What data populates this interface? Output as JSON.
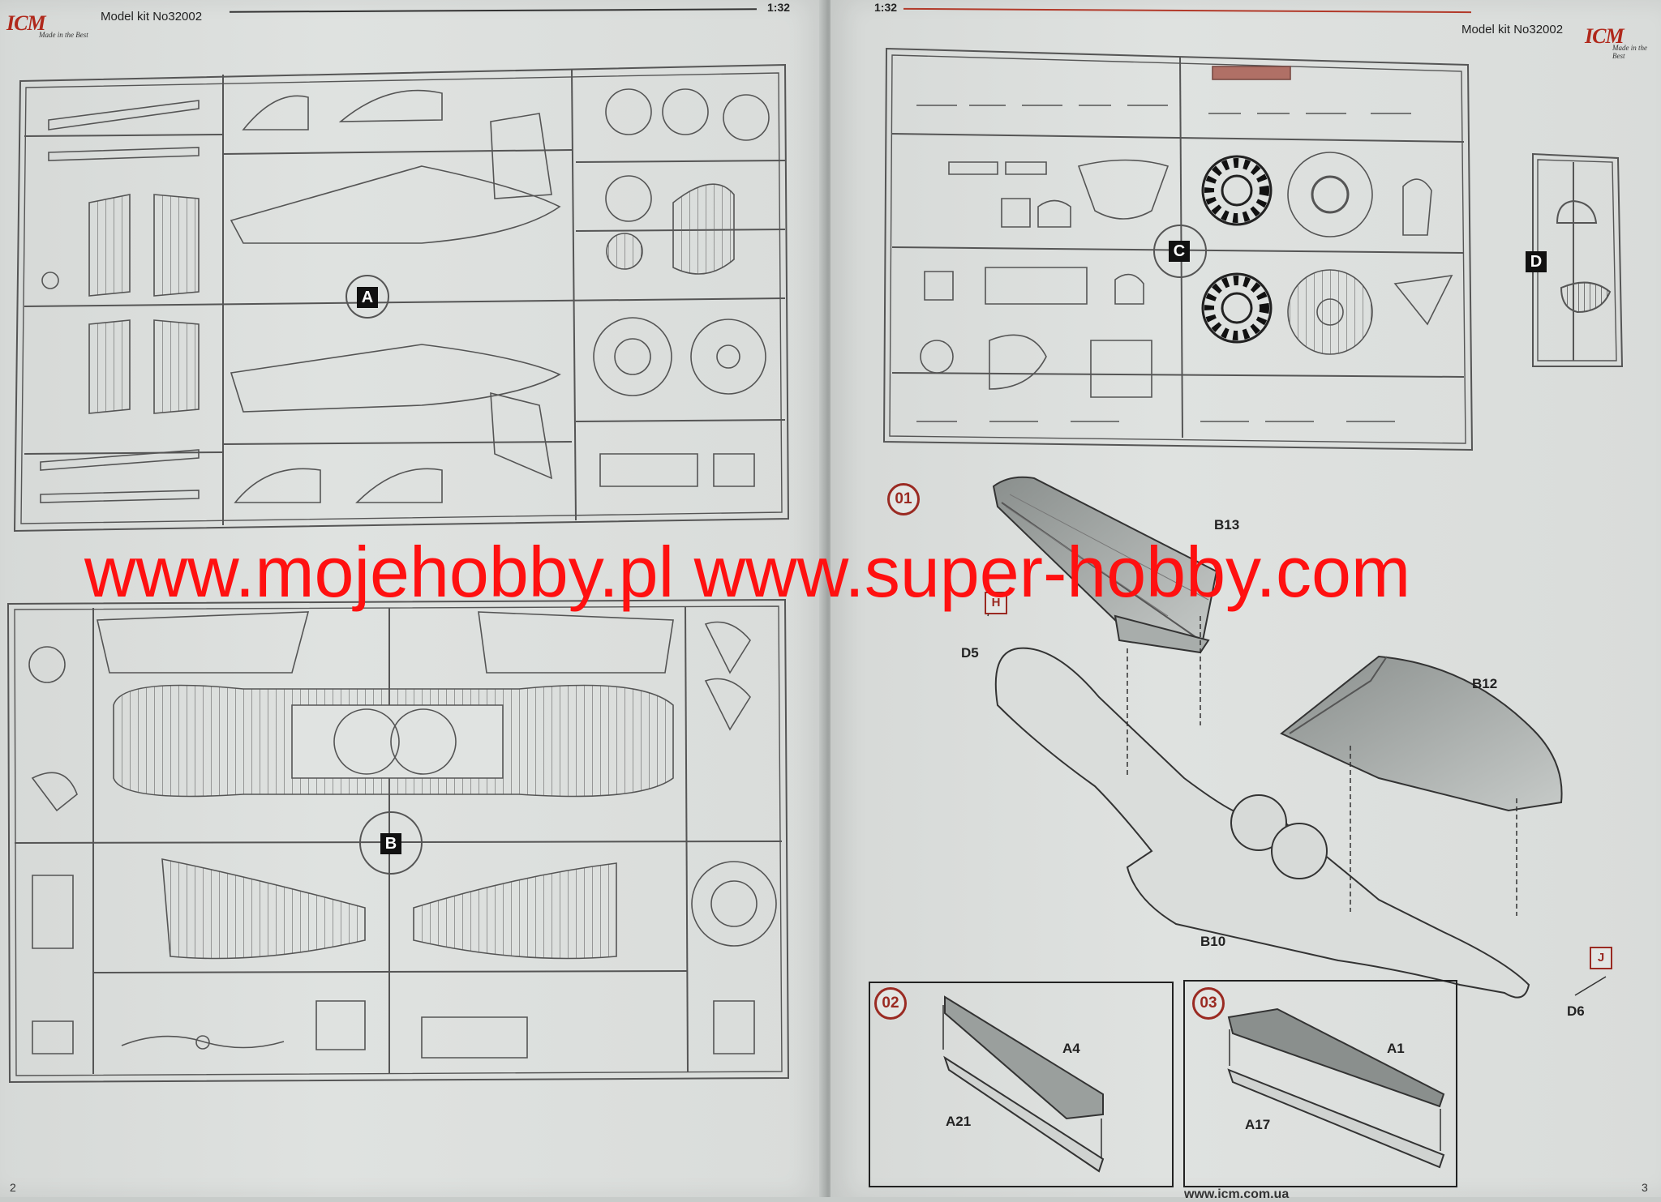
{
  "left_page": {
    "brand": "ICM",
    "tagline": "Made in the Best",
    "kit_label": "Model kit No32002",
    "scale": "1:32",
    "page_number": "2",
    "sprues": [
      {
        "label": "A"
      },
      {
        "label": "B"
      }
    ]
  },
  "right_page": {
    "brand": "ICM",
    "tagline": "Made in the Best",
    "kit_label": "Model kit No32002",
    "scale": "1:32",
    "page_number": "3",
    "footer_url": "www.icm.com.ua",
    "sprues": [
      {
        "label": "C"
      },
      {
        "label": "D"
      }
    ],
    "steps": [
      {
        "number": "01",
        "parts": [
          "B13",
          "D5",
          "B12",
          "B10",
          "D6"
        ],
        "flags": [
          "H",
          "J"
        ]
      },
      {
        "number": "02",
        "parts": [
          "A4",
          "A21"
        ]
      },
      {
        "number": "03",
        "parts": [
          "A1",
          "A17"
        ]
      }
    ]
  },
  "watermark": "www.mojehobby.pl www.super-hobby.com",
  "colors": {
    "watermark": "#ff1010",
    "brand": "#b0281b",
    "step_circle": "#9a2a22",
    "line_art": "#555555"
  }
}
